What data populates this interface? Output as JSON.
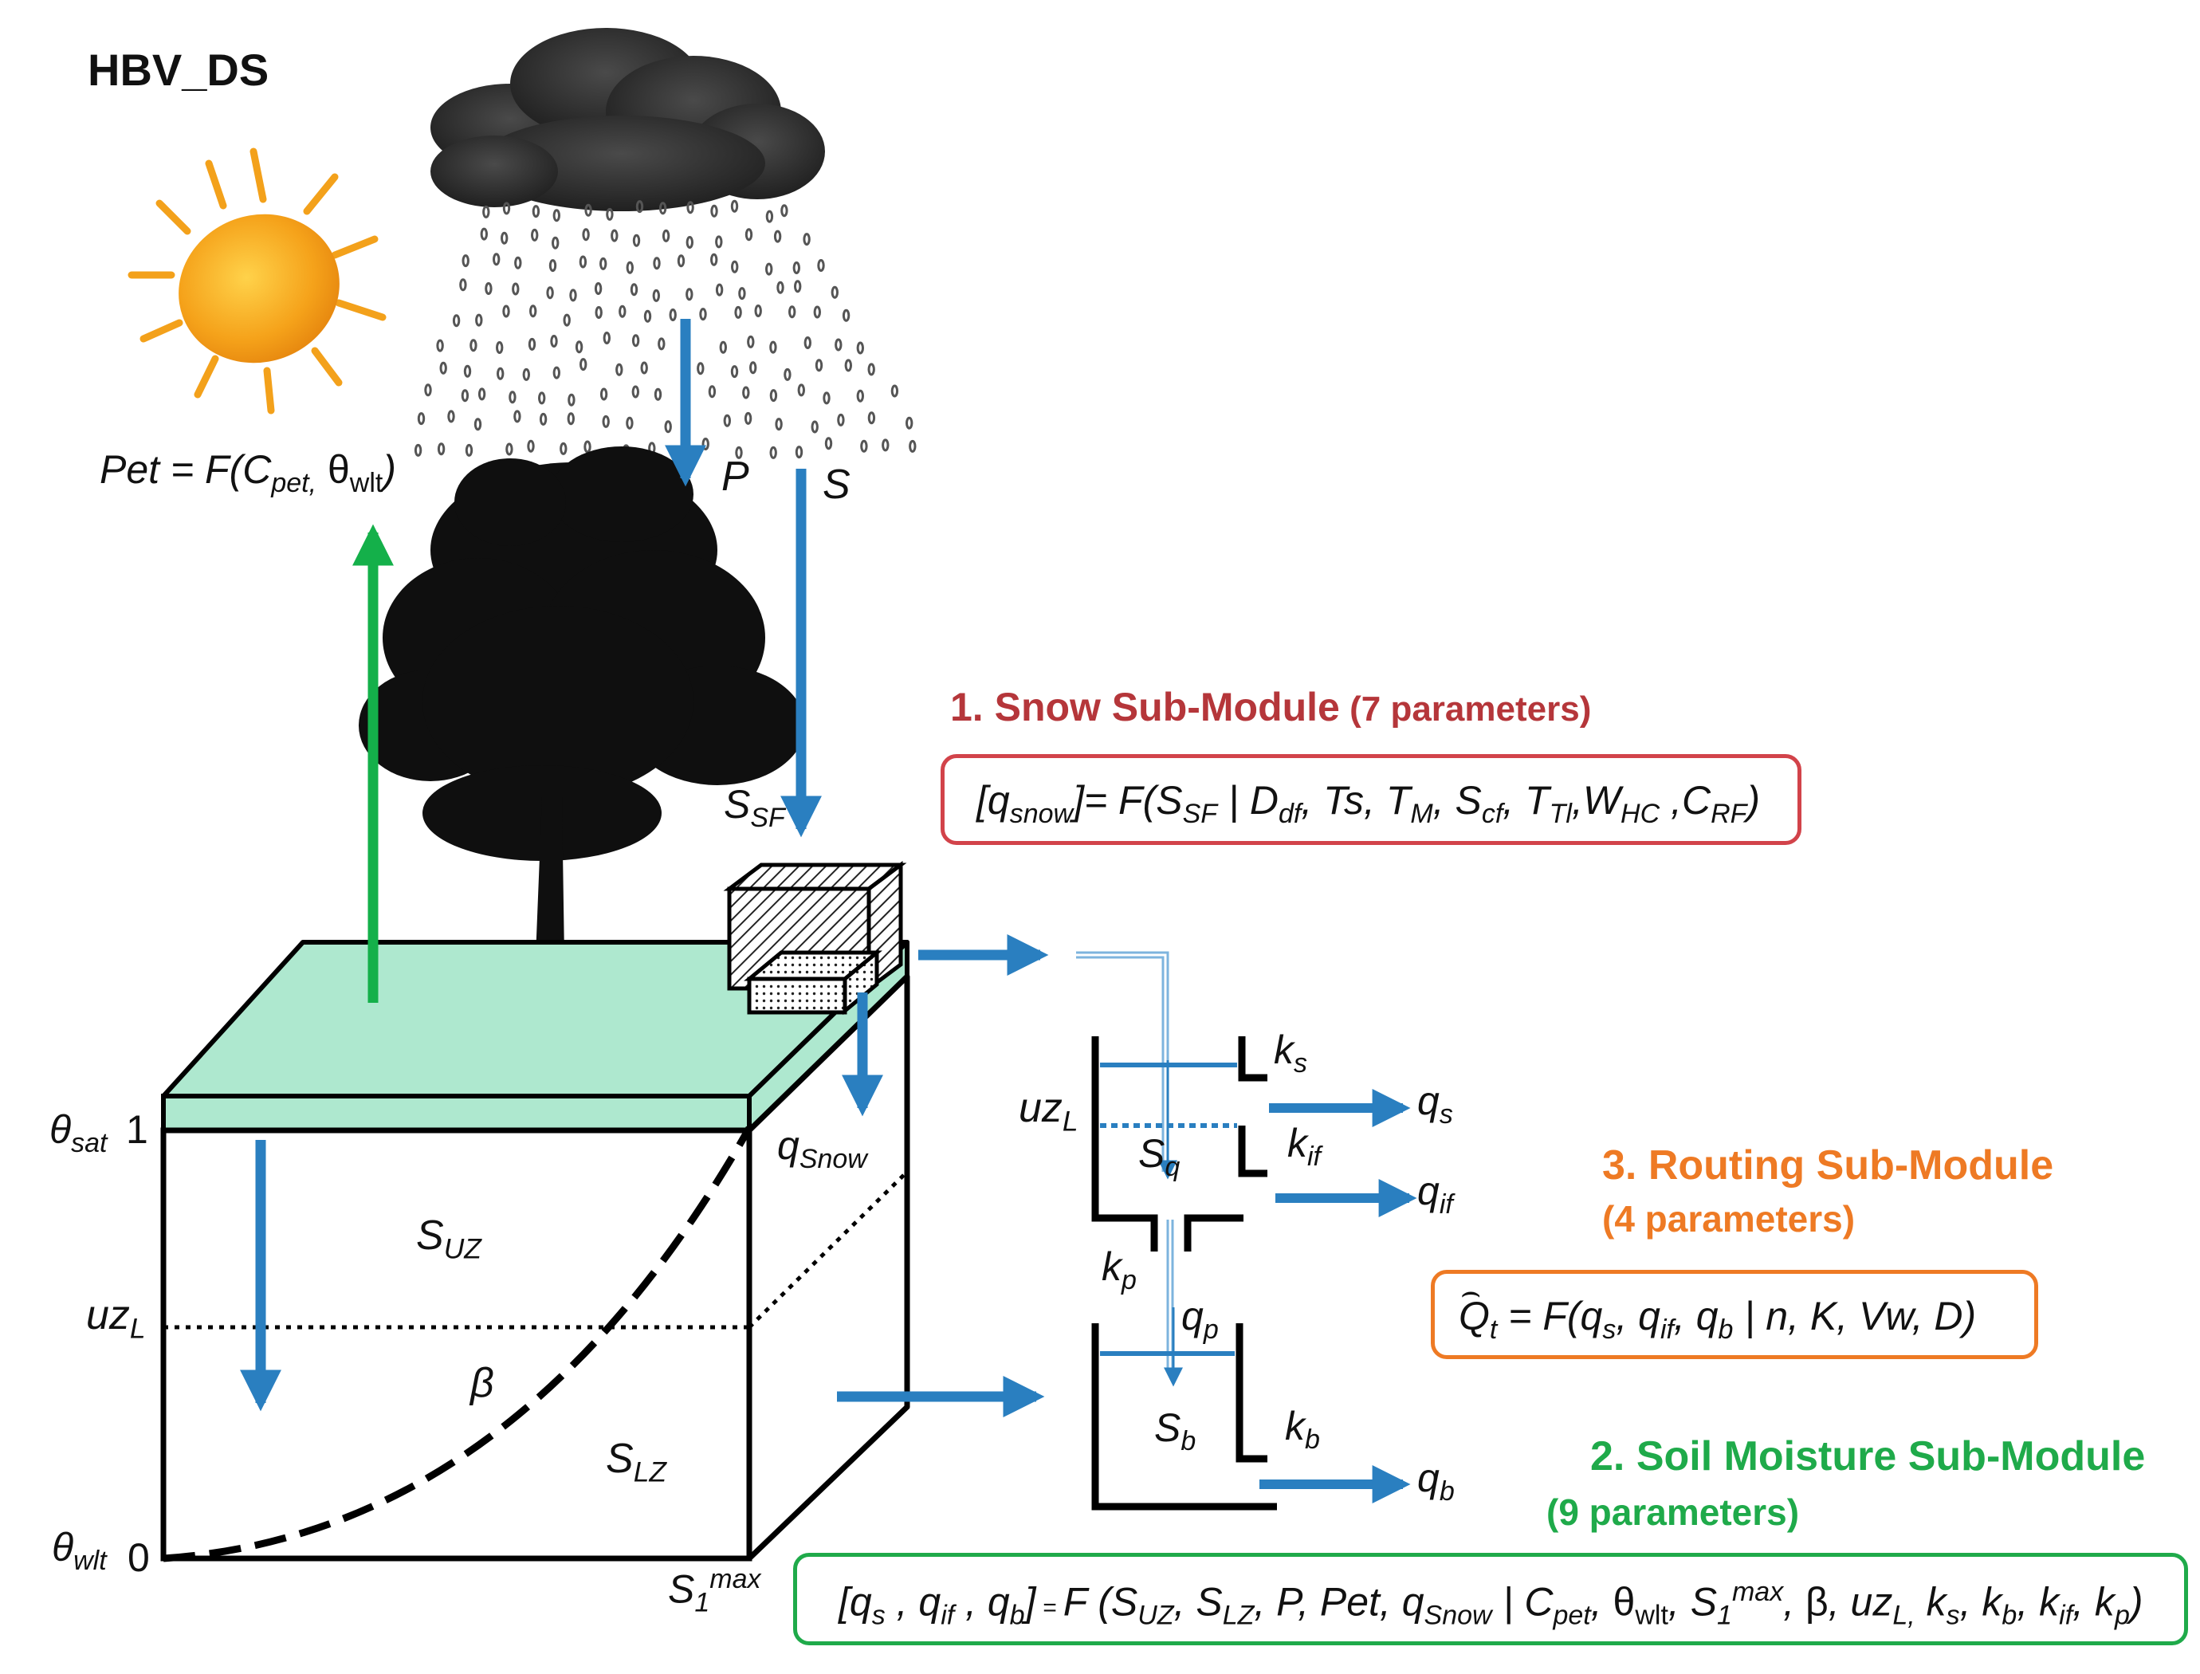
{
  "title": "HBV_DS",
  "pet_label": "Pet = F(C",
  "pet_sub": "pet,",
  "pet_theta": " θ",
  "pet_theta_sub": "wlt",
  "pet_close": ")",
  "flux": {
    "P": "P",
    "S": "S",
    "S_SF": "S",
    "S_SF_sub": "SF",
    "q_snow": "q",
    "q_snow_sub": "Snow"
  },
  "soil": {
    "theta_sat": "θ",
    "theta_sat_sub": "sat",
    "one": "1",
    "uzL": "uz",
    "uzL_sub": "L",
    "theta_wlt": "θ",
    "theta_wlt_sub": "wlt",
    "zero": "0",
    "S_UZ": "S",
    "S_UZ_sub": "UZ",
    "beta": "β",
    "S_LZ": "S",
    "S_LZ_sub": "LZ",
    "S1max": "S",
    "S1max_sub": "1",
    "S1max_sup": "max"
  },
  "routing_diagram": {
    "ks": "k",
    "ks_sub": "s",
    "qs": "q",
    "qs_sub": "s",
    "uzL": "uz",
    "uzL_sub": "L",
    "Sq": "S",
    "Sq_sub": "q",
    "kif": "k",
    "kif_sub": "if",
    "qif": "q",
    "qif_sub": "if",
    "kp": "k",
    "kp_sub": "p",
    "qp": "q",
    "qp_sub": "p",
    "Sb": "S",
    "Sb_sub": "b",
    "kb": "k",
    "kb_sub": "b",
    "qb": "q",
    "qb_sub": "b"
  },
  "modules": {
    "snow": {
      "title": "1. Snow Sub-Module",
      "params": " (7 parameters)",
      "color": "#b5363a"
    },
    "routing": {
      "title": "3. Routing Sub-Module",
      "params": "(4 parameters)",
      "color": "#ee7a24"
    },
    "soil": {
      "title": "2. Soil Moisture Sub-Module",
      "params": "(9 parameters)",
      "color": "#1faa4a"
    }
  },
  "colors": {
    "flux_arrow": "#2a7fc0",
    "pet_arrow": "#14b04a",
    "ground": "#aee8cf"
  }
}
